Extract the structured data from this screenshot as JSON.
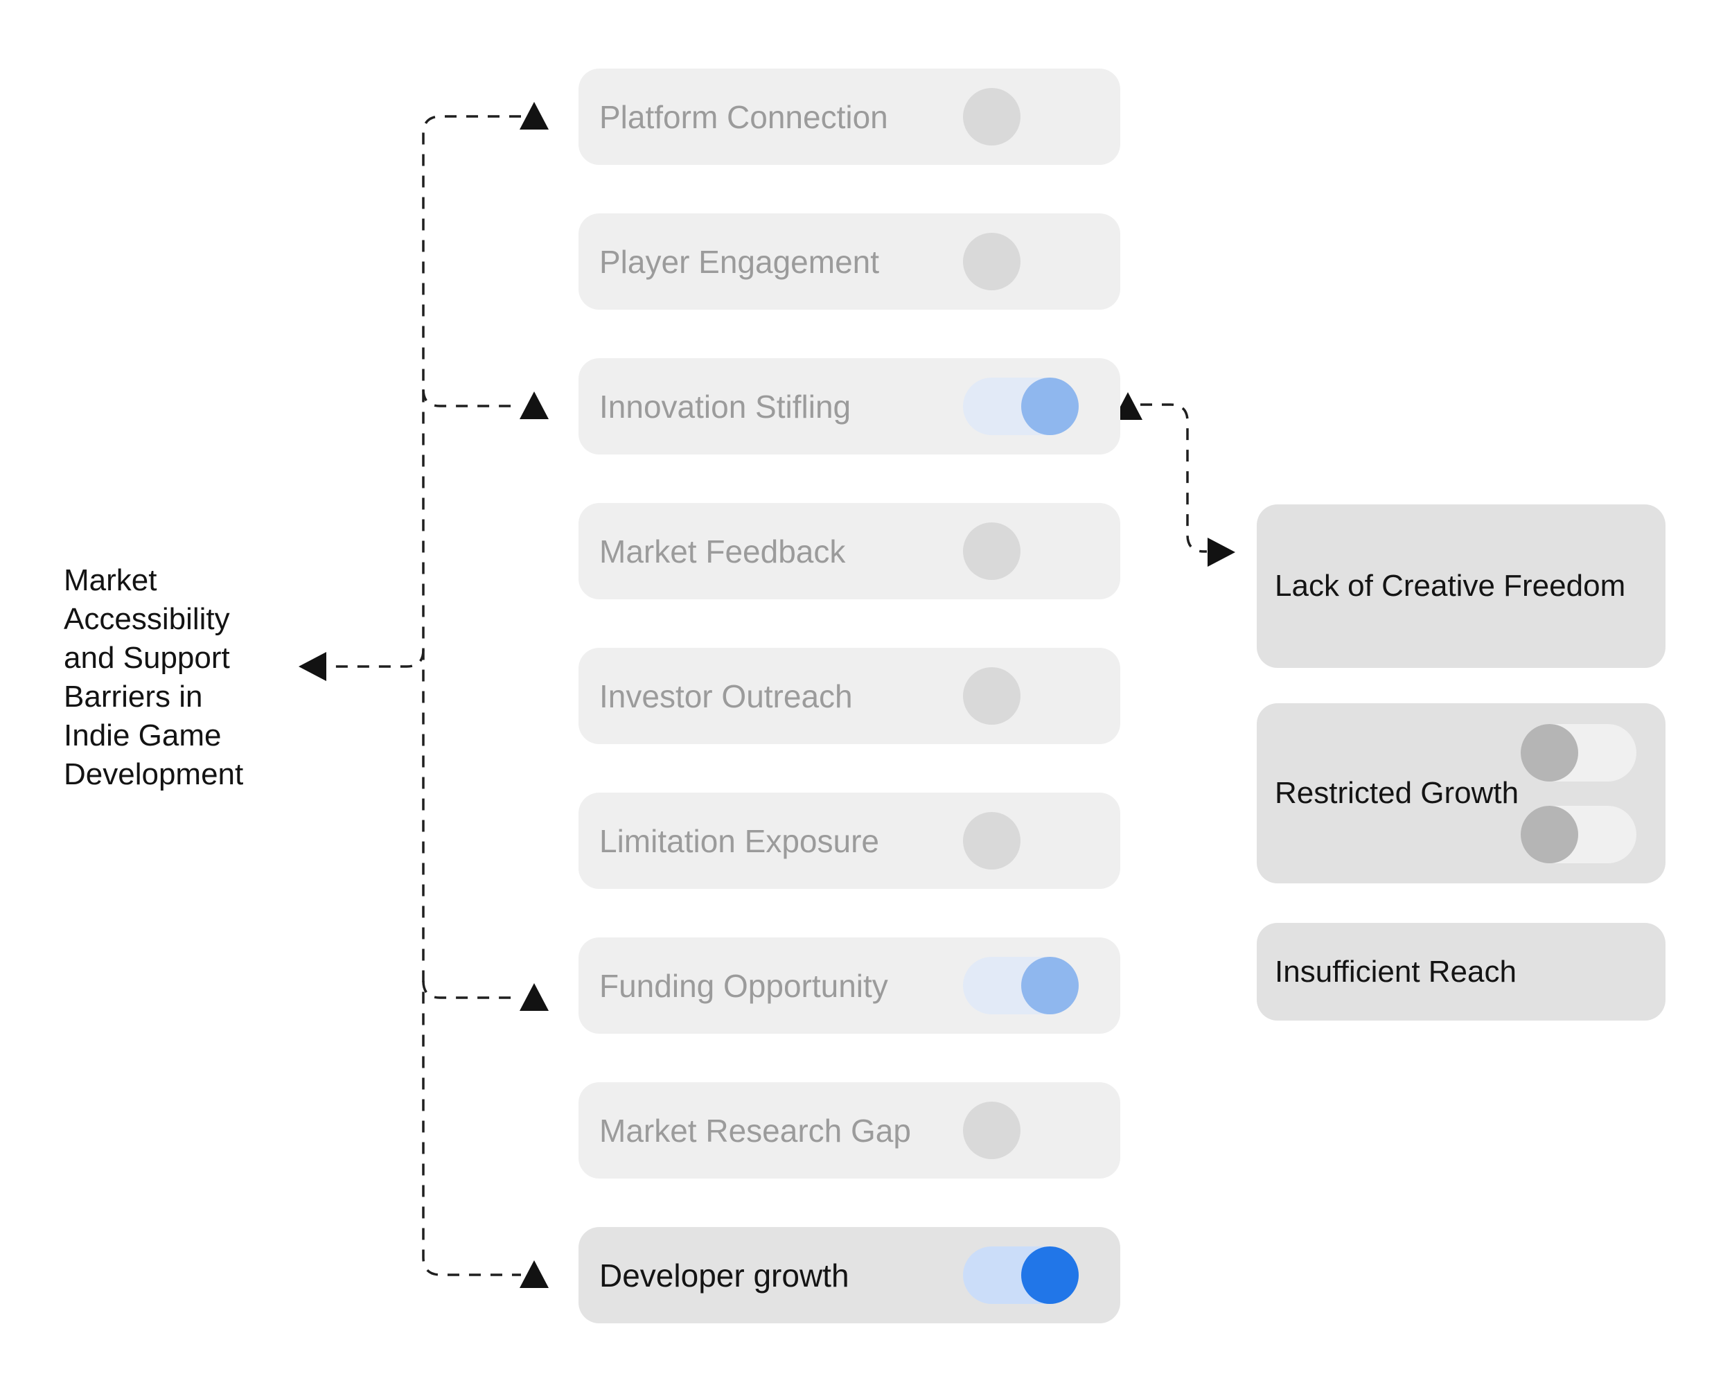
{
  "root": {
    "label": "Market Accessibility and Support Barriers in Indie Game Development"
  },
  "middle_items": [
    {
      "label": "Platform Connection",
      "toggle": "off"
    },
    {
      "label": "Player Engagement",
      "toggle": "off"
    },
    {
      "label": "Innovation Stifling",
      "toggle": "on"
    },
    {
      "label": "Market Feedback",
      "toggle": "off"
    },
    {
      "label": "Investor Outreach",
      "toggle": "off"
    },
    {
      "label": "Limitation Exposure",
      "toggle": "off"
    },
    {
      "label": "Funding Opportunity",
      "toggle": "on"
    },
    {
      "label": "Market Research Gap",
      "toggle": "off"
    },
    {
      "label": "Developer growth",
      "toggle": "on_strong"
    }
  ],
  "right_items": [
    {
      "label": "Lack of Creative Freedom",
      "toggles": []
    },
    {
      "label": "Restricted Growth",
      "toggles": [
        "off",
        "off"
      ]
    },
    {
      "label": "Insufficient Reach",
      "toggles": []
    }
  ],
  "edges": [
    {
      "from": "root",
      "to": "Platform Connection"
    },
    {
      "from": "root",
      "to": "Innovation Stifling"
    },
    {
      "from": "root",
      "to": "Funding Opportunity"
    },
    {
      "from": "root",
      "to": "Developer growth"
    },
    {
      "from": "Innovation Stifling",
      "to": "Lack of Creative Freedom"
    }
  ],
  "colors": {
    "background": "#ffffff",
    "card_bg": "#efefef",
    "card_bg_emphasis": "#e3e3e3",
    "right_card_bg": "#e1e1e1",
    "label_muted": "#9b9b9b",
    "label_strong": "#141414",
    "toggle_off_knob": "#d9d9d9",
    "toggle_on_track": "#e2eaf7",
    "toggle_on_knob": "#8fb7ee",
    "toggle_strong_track": "#cbddf9",
    "toggle_strong_knob": "#2176e8",
    "toggle_gray_track": "#f0f0f0",
    "toggle_gray_knob": "#b5b5b5",
    "connector": "#1f1f1f"
  }
}
